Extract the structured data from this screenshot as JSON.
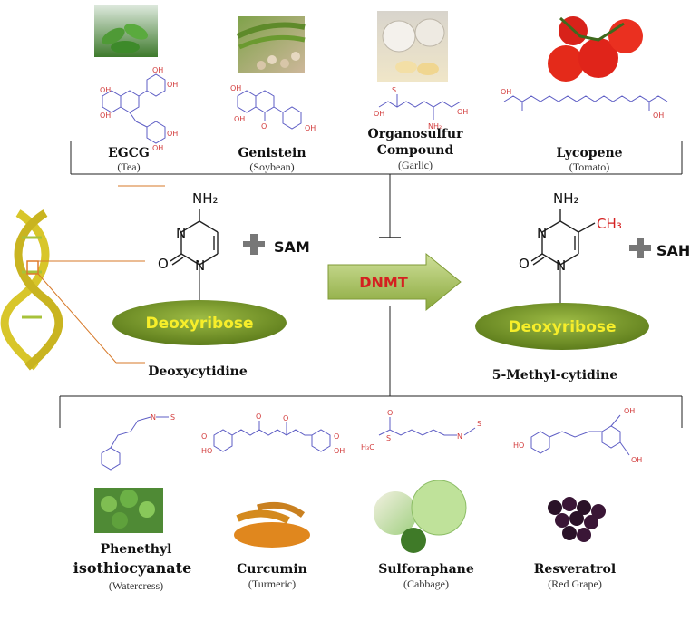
{
  "top_compounds": [
    {
      "name": "EGCG",
      "source": "(Tea)",
      "photo": "tea-leaves"
    },
    {
      "name": "Genistein",
      "source": "(Soybean)",
      "photo": "soybeans"
    },
    {
      "name_line1": "Organosulfur",
      "name_line2": "Compound",
      "source": "(Garlic)",
      "photo": "garlic"
    },
    {
      "name": "Lycopene",
      "source": "(Tomato)",
      "photo": "tomatoes"
    }
  ],
  "reaction": {
    "substrate_amine": "NH₂",
    "product_amine": "NH₂",
    "methyl": "CH₃",
    "ring_n": "N",
    "ring_o": "O",
    "sugar": "Deoxyribose",
    "cofactor_left": "SAM",
    "cofactor_right": "SAH",
    "enzyme": "DNMT",
    "substrate_label": "Deoxycytidine",
    "product_label": "5-Methyl-cytidine"
  },
  "molecule_labels": {
    "oh": "OH",
    "nh2": "NH₂",
    "s": "S",
    "n": "N",
    "c": "C",
    "o": "O",
    "h3c": "H₃C",
    "ho": "HO"
  },
  "bottom_compounds": [
    {
      "name_line1": "Phenethyl",
      "name_line2": "isothiocyanate",
      "source": "(Watercress)",
      "photo": "watercress"
    },
    {
      "name": "Curcumin",
      "source": "(Turmeric)",
      "photo": "turmeric"
    },
    {
      "name": "Sulforaphane",
      "source": "(Cabbage)",
      "photo": "cabbage"
    },
    {
      "name": "Resveratrol",
      "source": "(Red Grape)",
      "photo": "red-grape"
    }
  ],
  "colors": {
    "sugar_fill": "#6f8f25",
    "sugar_text": "#f7ee2a",
    "arrow_fill": "#9ab84d",
    "enzyme_text": "#d42020",
    "methyl_text": "#d42020",
    "dna_strand": "#d8c62a"
  }
}
